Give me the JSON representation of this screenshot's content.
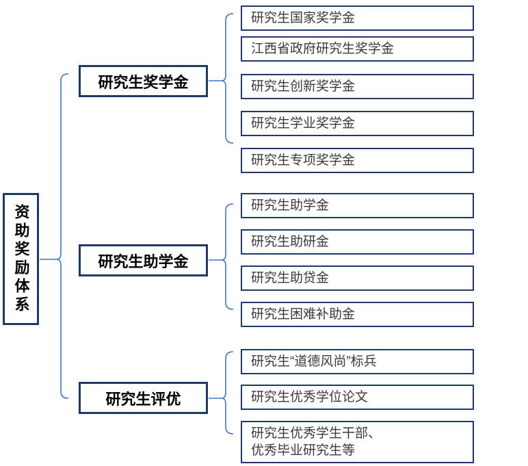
{
  "root": {
    "label": "资助奖励体系"
  },
  "branches": [
    {
      "label": "研究生奖学金",
      "items": [
        "研究生国家奖学金",
        "江西省政府研究生奖学金",
        "研究生创新奖学金",
        "研究生学业奖学金",
        "研究生专项奖学金"
      ]
    },
    {
      "label": "研究生助学金",
      "items": [
        "研究生助学金",
        "研究生助研金",
        "研究生助贷金",
        "研究生困难补助金"
      ]
    },
    {
      "label": "研究生评优",
      "items": [
        "研究生“道德风尚”标兵",
        "研究生优秀学位论文",
        "研究生优秀学生干部、\n优秀毕业研究生等"
      ]
    }
  ],
  "colors": {
    "box_border": "#1F3864",
    "connector": "#4472C4",
    "leaf_text": "#3a3a3a",
    "node_text": "#000000",
    "background": "#ffffff"
  }
}
